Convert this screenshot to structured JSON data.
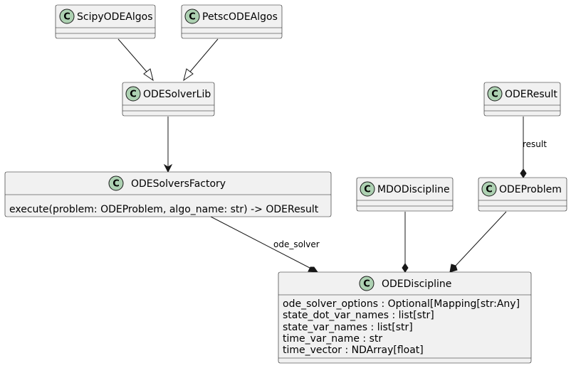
{
  "diagram": {
    "classes": {
      "scipy": {
        "stereotype": "C",
        "name": "ScipyODEAlgos"
      },
      "petsc": {
        "stereotype": "C",
        "name": "PetscODEAlgos"
      },
      "lib": {
        "stereotype": "C",
        "name": "ODESolverLib"
      },
      "factory": {
        "stereotype": "C",
        "name": "ODESolversFactory",
        "methods": [
          "execute(problem: ODEProblem, algo_name: str) -> ODEResult"
        ]
      },
      "result": {
        "stereotype": "C",
        "name": "ODEResult"
      },
      "mdo": {
        "stereotype": "C",
        "name": "MDODiscipline"
      },
      "problem": {
        "stereotype": "C",
        "name": "ODEProblem"
      },
      "discipline": {
        "stereotype": "C",
        "name": "ODEDiscipline",
        "attributes": [
          "ode_solver_options : Optional[Mapping[str:Any]",
          "state_dot_var_names : list[str]",
          "state_var_names : list[str]",
          "time_var_name : str",
          "time_vector : NDArray[float]"
        ]
      }
    },
    "edges": {
      "result_to_problem": {
        "label": "result"
      },
      "factory_to_discipline": {
        "label": "ode_solver"
      }
    }
  }
}
